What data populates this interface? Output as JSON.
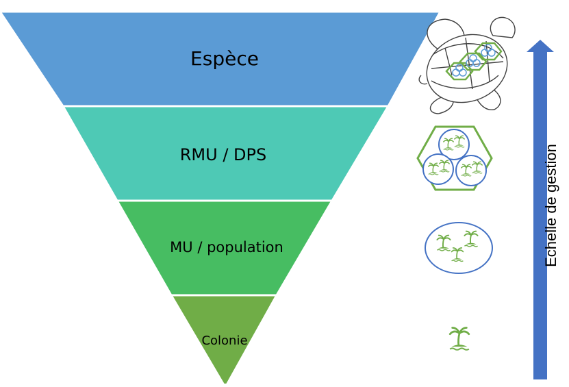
{
  "diagram": {
    "levels": [
      {
        "label": "Espèce",
        "color": "#5b9bd5"
      },
      {
        "label": "RMU / DPS",
        "color": "#4ec9b5"
      },
      {
        "label": "MU / population",
        "color": "#47bd62"
      },
      {
        "label": "Colonie",
        "color": "#70ad47"
      }
    ],
    "axis_label": "Echelle de gestion",
    "arrow_color": "#4472c4",
    "icon_color": "#70ad47",
    "icons": [
      "sea-turtle-icon",
      "metapopulation-hexagon-icon",
      "population-oval-icon",
      "island-colony-icon"
    ]
  }
}
